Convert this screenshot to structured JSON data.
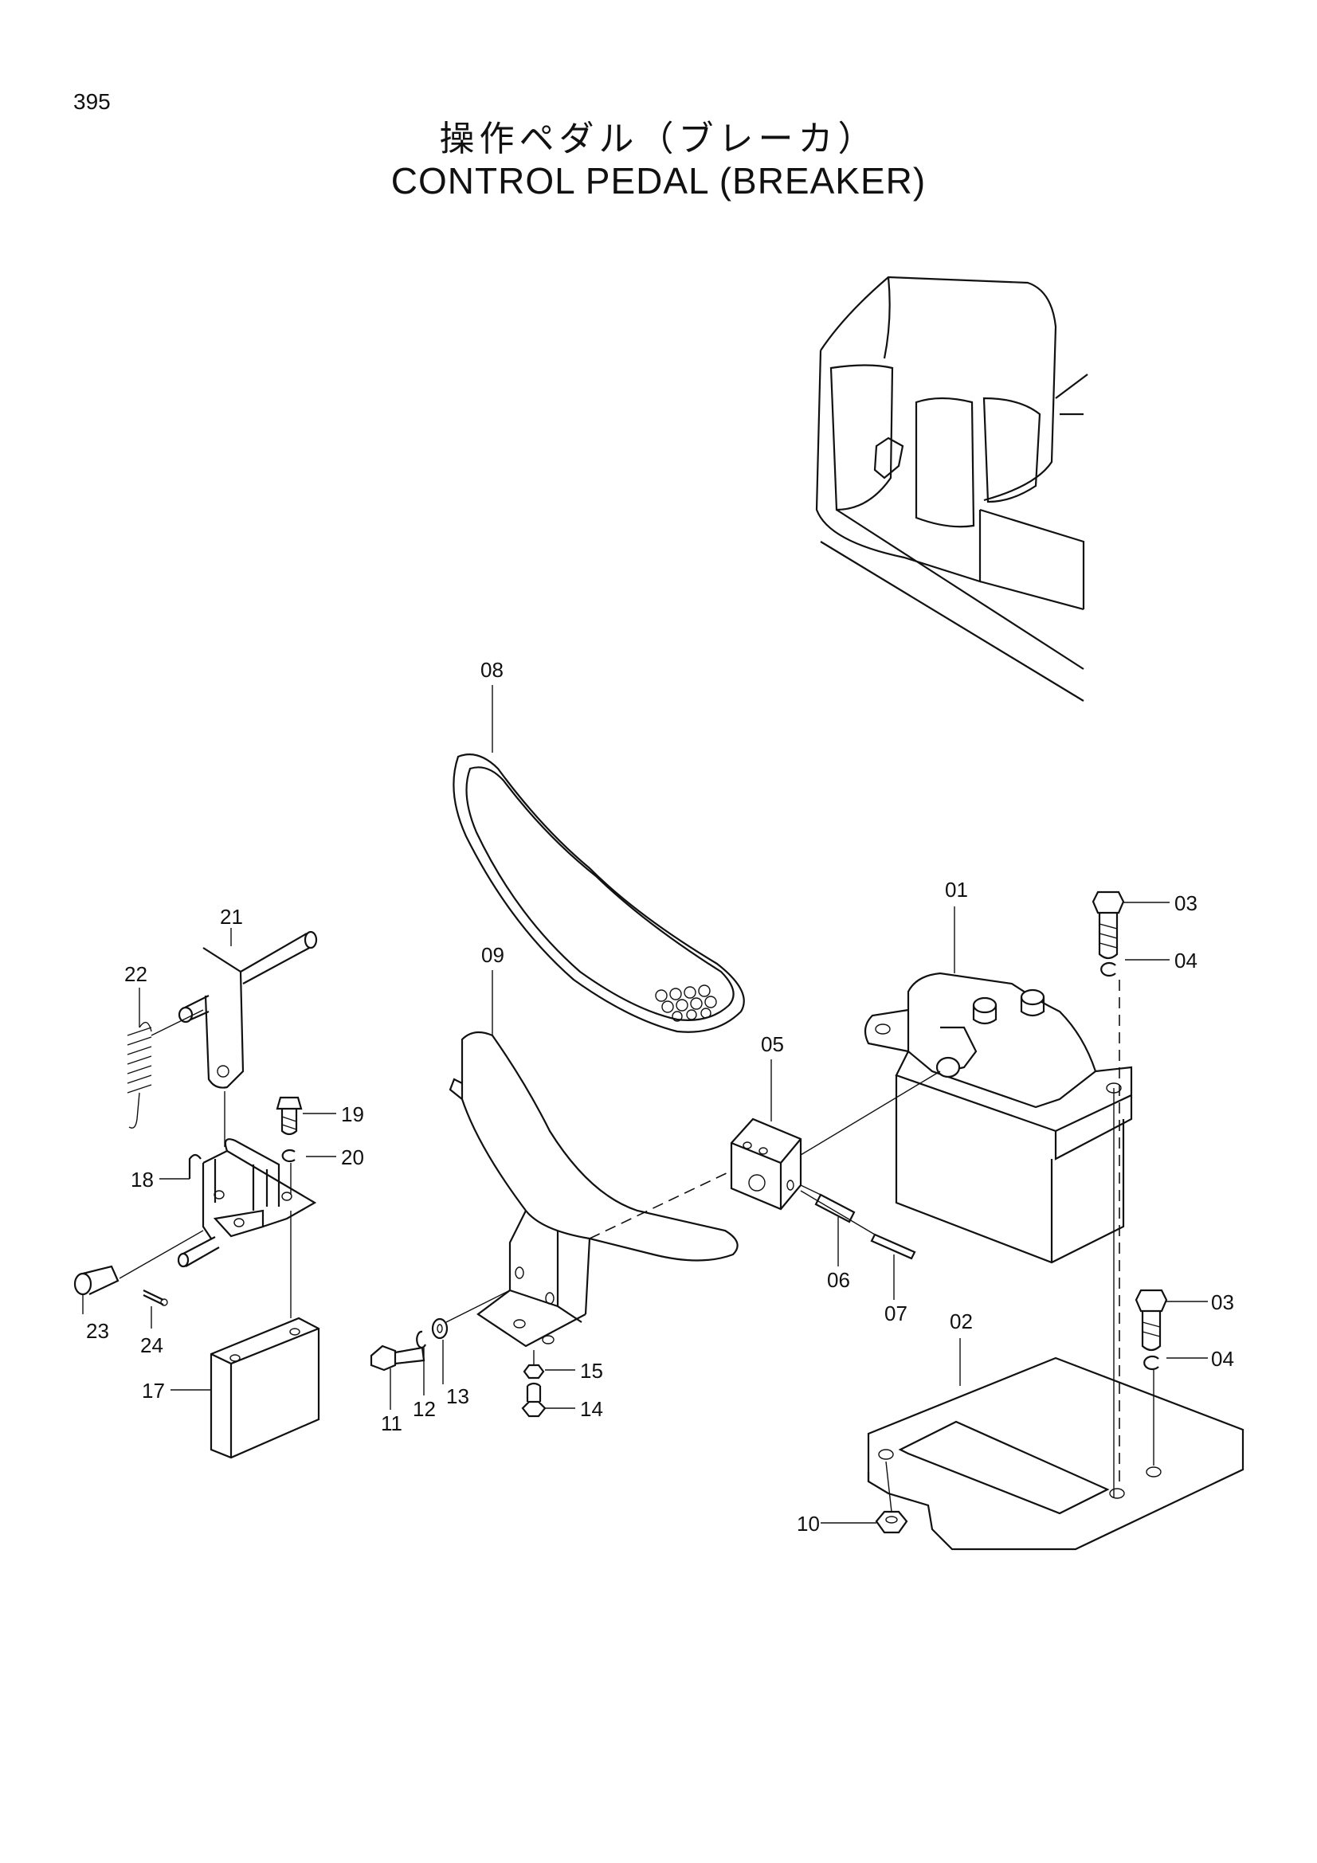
{
  "page": {
    "number": "395"
  },
  "title": {
    "japanese": "操作ペダル（ブレーカ）",
    "english": "CONTROL PEDAL (BREAKER)"
  },
  "callouts": [
    "01",
    "02",
    "03",
    "03",
    "04",
    "04",
    "05",
    "06",
    "07",
    "08",
    "09",
    "10",
    "11",
    "12",
    "13",
    "14",
    "15",
    "17",
    "18",
    "19",
    "20",
    "21",
    "22",
    "23",
    "24"
  ]
}
